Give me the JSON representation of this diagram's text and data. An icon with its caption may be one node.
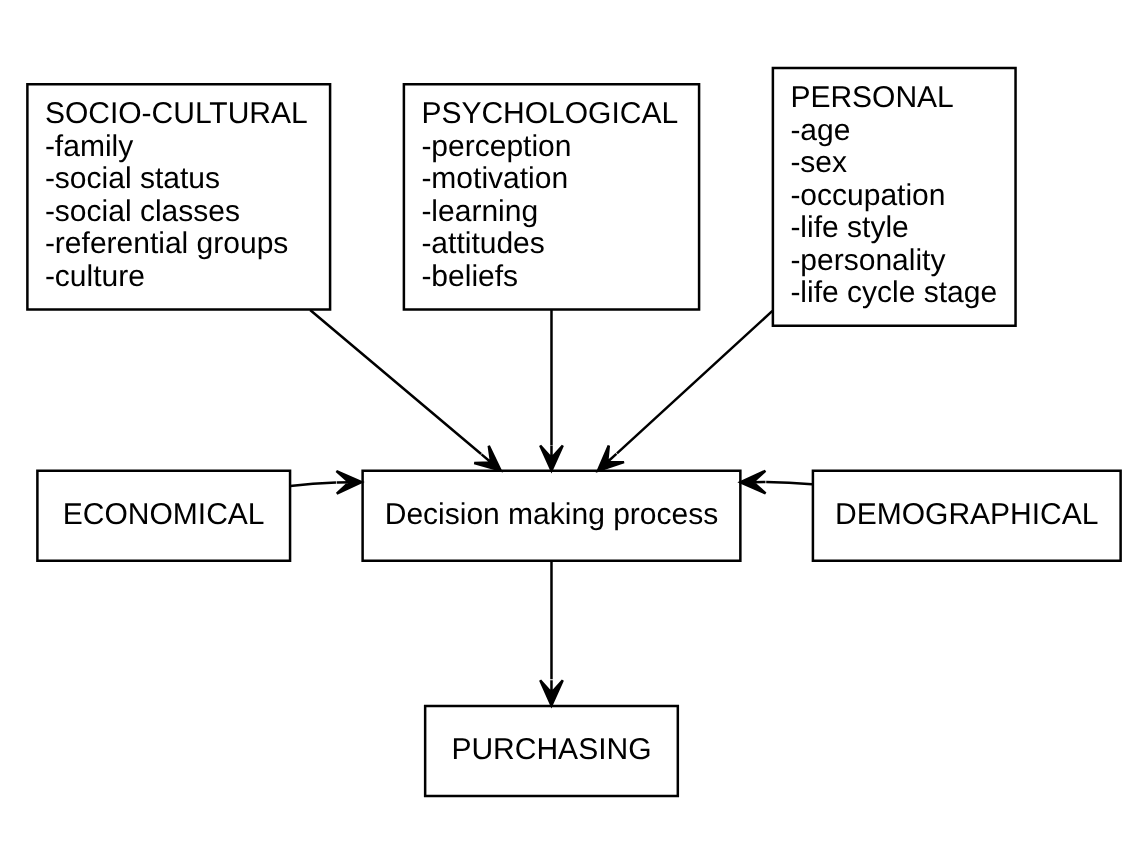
{
  "diagram": {
    "nodes": [
      {
        "text": [
          "SOCIO-CULTURAL",
          "-family",
          "-social status",
          "-social classes",
          "-referential groups",
          "-culture"
        ]
      },
      {
        "text": [
          "PSYCHOLOGICAL",
          "-perception",
          "-motivation",
          "-learning",
          "-attitudes",
          "-beliefs"
        ]
      },
      {
        "text": [
          "PERSONAL",
          "-age",
          "-sex",
          "-occupation",
          "-life style",
          "-personality",
          "-life cycle stage"
        ]
      },
      {
        "text": [
          "ECONOMICAL"
        ]
      },
      {
        "text": [
          "Decision making process"
        ]
      },
      {
        "text": [
          "DEMOGRAPHICAL"
        ]
      },
      {
        "text": [
          "PURCHASING"
        ]
      }
    ],
    "edges": [
      {
        "from": 0,
        "to": 4,
        "arrow": "to"
      },
      {
        "from": 1,
        "to": 4,
        "arrow": "to"
      },
      {
        "from": 2,
        "to": 4,
        "arrow": "to"
      },
      {
        "from": 3,
        "to": 4,
        "arrow": "to"
      },
      {
        "from": 5,
        "to": 4,
        "arrow": "to"
      },
      {
        "from": 4,
        "to": 6,
        "arrow": "to"
      }
    ]
  }
}
